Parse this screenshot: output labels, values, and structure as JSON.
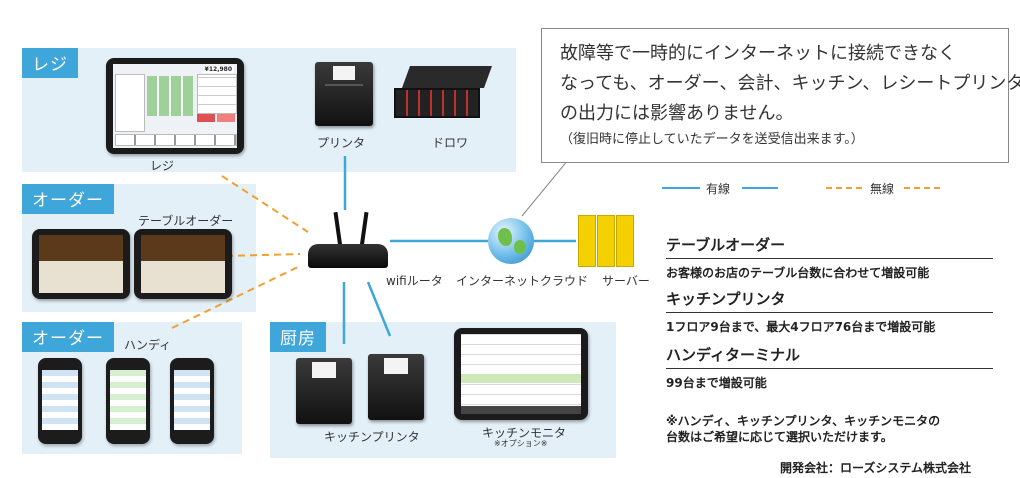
{
  "panels": {
    "register_tag": "レジ",
    "order1_tag": "オーダー",
    "order2_tag": "オーダー",
    "kitchen_tag": "厨房"
  },
  "devices": {
    "register": "レジ",
    "register_amount": "¥12,980",
    "printer": "プリンタ",
    "drawer": "ドロワ",
    "table_order": "テーブルオーダー",
    "handy": "ハンディ",
    "kitchen_printer": "キッチンプリンタ",
    "kitchen_monitor": "キッチンモニタ",
    "kitchen_monitor_note": "※オプション※",
    "router": "wifiルータ",
    "cloud": "インターネットクラウド",
    "server": "サーバー"
  },
  "callout": {
    "line1": "故障等で一時的にインターネットに接続できなく",
    "line2": "なっても、オーダー、会計、キッチン、レシートプリンタ",
    "line3": "の出力には影響ありません。",
    "line4": "（復旧時に停止していたデータを送受信出来ます。）"
  },
  "legend": {
    "wired": "有線",
    "wireless": "無線"
  },
  "features": [
    {
      "heading": "テーブルオーダー",
      "body": "お客様のお店のテーブル台数に合わせて増設可能"
    },
    {
      "heading": "キッチンプリンタ",
      "body": "1フロア9台まで、最大4フロア76台まで増設可能"
    },
    {
      "heading": "ハンディターミナル",
      "body": "99台まで増設可能"
    }
  ],
  "note_line1": "※ハンディ、キッチンプリンタ、キッチンモニタの",
  "note_line2": "台数はご希望に応じて選択いただけます。",
  "developer": "開発会社：ローズシステム株式会社",
  "colors": {
    "wired": "#3fa6d9",
    "wireless": "#f0a030",
    "panel": "#e4f0f8",
    "tag": "#3fa6d9"
  }
}
